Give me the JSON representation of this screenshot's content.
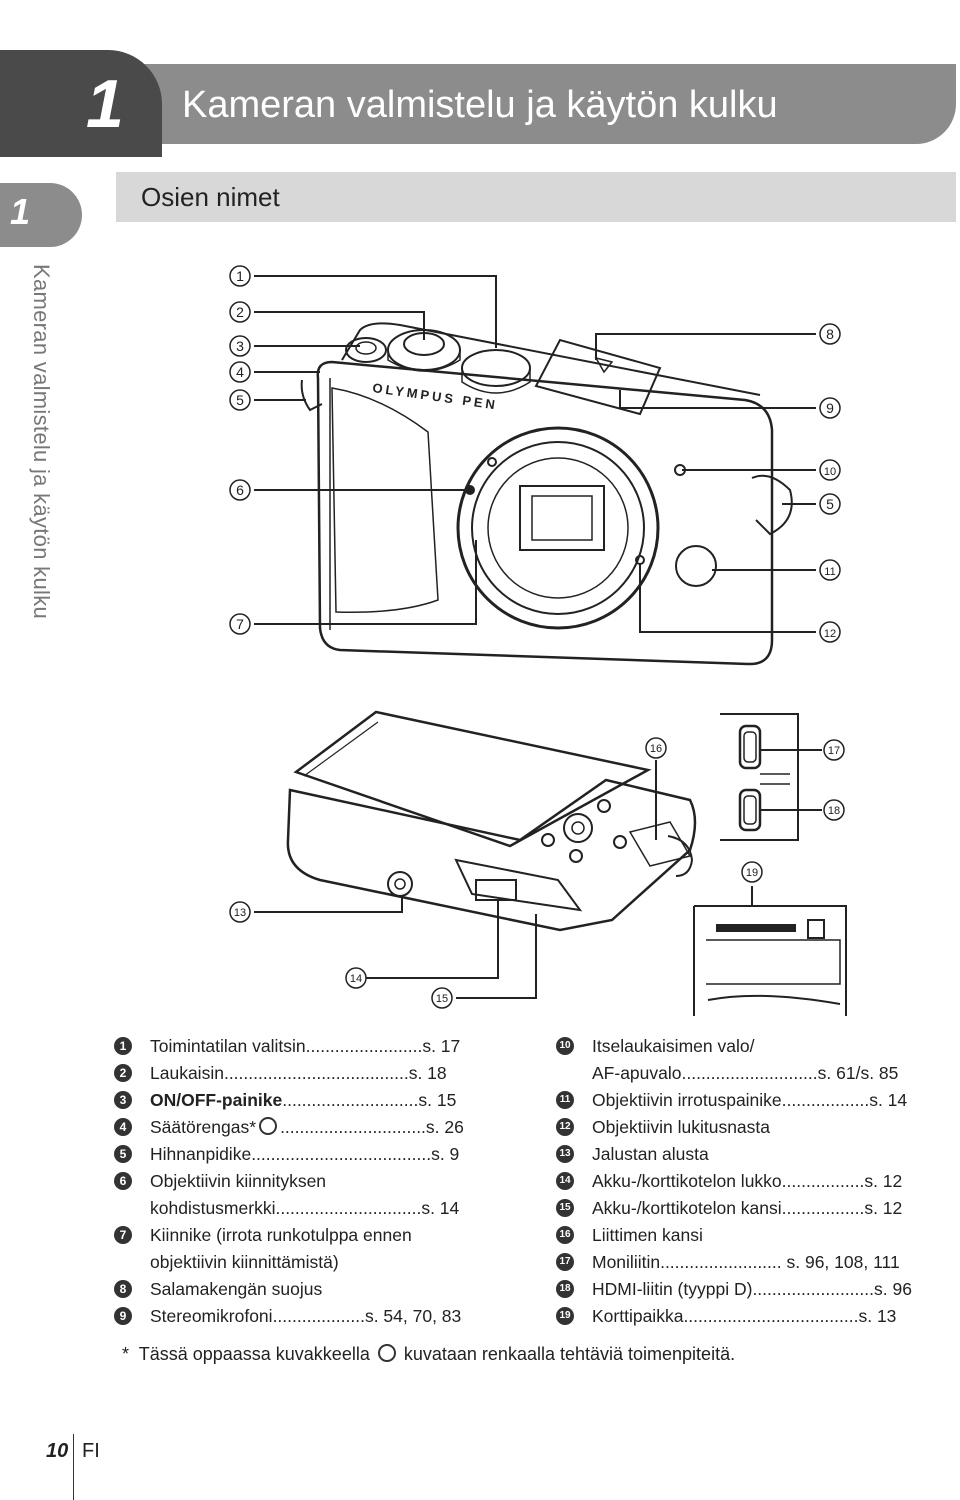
{
  "chapter": {
    "number": "1",
    "title": "Kameran valmistelu ja käytön kulku"
  },
  "side": {
    "number": "1",
    "text": "Kameran valmistelu ja käytön kulku"
  },
  "section": {
    "title": "Osien nimet"
  },
  "diagram": {
    "brand_label": "OLYMPUS PEN",
    "callouts": [
      "1",
      "2",
      "3",
      "4",
      "5",
      "6",
      "7",
      "8",
      "9",
      "10",
      "5",
      "11",
      "12",
      "13",
      "14",
      "15",
      "16",
      "17",
      "18",
      "19"
    ]
  },
  "legend_left": [
    {
      "num": "1",
      "label": "Toimintatilan valitsin",
      "ref": "........................s. 17"
    },
    {
      "num": "2",
      "label": "Laukaisin",
      "ref": "......................................s. 18"
    },
    {
      "num": "3",
      "label": "ON/OFF-painike",
      "ref": "............................s. 15"
    },
    {
      "num": "4",
      "label": "Säätörengas*",
      "ref": "..............................s. 26"
    },
    {
      "num": "5",
      "label": "Hihnanpidike",
      "ref": ".....................................s. 9"
    },
    {
      "num": "6",
      "label": "Objektiivin kiinnityksen",
      "ref": ""
    },
    {
      "num": "",
      "label": "kohdistusmerkki",
      "ref": "..............................s. 14"
    },
    {
      "num": "7",
      "label": "Kiinnike (irrota runkotulppa ennen",
      "ref": ""
    },
    {
      "num": "",
      "label": "objektiivin kiinnittämistä)",
      "ref": ""
    },
    {
      "num": "8",
      "label": "Salamakengän suojus",
      "ref": ""
    },
    {
      "num": "9",
      "label": "Stereomikrofoni",
      "ref": "...................s. 54, 70, 83"
    }
  ],
  "legend_right": [
    {
      "num": "10",
      "label": "Itselaukaisimen valo/",
      "ref": ""
    },
    {
      "num": "",
      "label": "AF-apuvalo",
      "ref": "............................s. 61/s. 85"
    },
    {
      "num": "11",
      "label": "Objektiivin irrotuspainike",
      "ref": "..................s. 14"
    },
    {
      "num": "12",
      "label": "Objektiivin lukitusnasta",
      "ref": ""
    },
    {
      "num": "13",
      "label": "Jalustan alusta",
      "ref": ""
    },
    {
      "num": "14",
      "label": "Akku-/korttikotelon lukko",
      "ref": ".................s. 12"
    },
    {
      "num": "15",
      "label": "Akku-/korttikotelon kansi",
      "ref": ".................s. 12"
    },
    {
      "num": "16",
      "label": "Liittimen kansi",
      "ref": ""
    },
    {
      "num": "17",
      "label": "Moniliitin",
      "ref": "......................... s. 96, 108, 111"
    },
    {
      "num": "18",
      "label": "HDMI-liitin (tyyppi D)",
      "ref": ".........................s. 96"
    },
    {
      "num": "19",
      "label": "Korttipaikka",
      "ref": "....................................s. 13"
    }
  ],
  "footnote": {
    "star": "*",
    "before": "Tässä oppaassa kuvakkeella",
    "after": "kuvataan renkaalla tehtäviä toimenpiteitä."
  },
  "footer": {
    "page": "10",
    "lang": "FI"
  }
}
